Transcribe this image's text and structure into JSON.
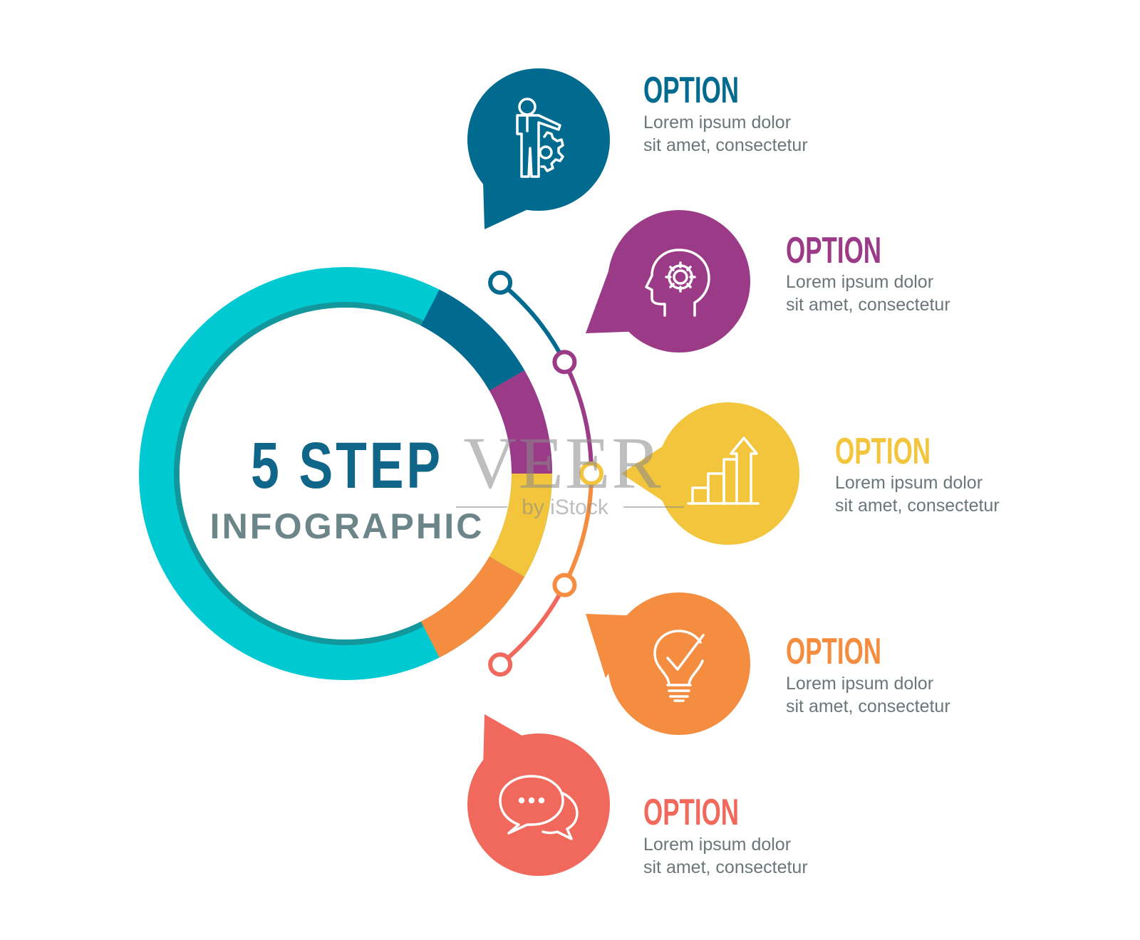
{
  "title": {
    "main": "5 STEP",
    "sub": "INFOGRAPHIC"
  },
  "colors": {
    "ring": "#00c9d1",
    "ring_dark": "#12979c",
    "title": "#0f6688",
    "subtitle": "#6b8588",
    "text": "#6b7679"
  },
  "steps": [
    {
      "title": "OPTION",
      "line1": "Lorem ipsum dolor",
      "line2": "sit amet, consectetur",
      "color": "#006b8f",
      "icon": "businessman-gear-icon"
    },
    {
      "title": "OPTION",
      "line1": "Lorem ipsum dolor",
      "line2": "sit amet, consectetur",
      "color": "#9b3a87",
      "icon": "head-gear-icon"
    },
    {
      "title": "OPTION",
      "line1": "Lorem ipsum dolor",
      "line2": "sit amet, consectetur",
      "color": "#f2c53d",
      "icon": "growth-chart-icon"
    },
    {
      "title": "OPTION",
      "line1": "Lorem ipsum dolor",
      "line2": "sit amet, consectetur",
      "color": "#f58d40",
      "icon": "lightbulb-check-icon"
    },
    {
      "title": "OPTION",
      "line1": "Lorem ipsum dolor",
      "line2": "sit amet, consectetur",
      "color": "#f0695c",
      "icon": "chat-bubbles-icon"
    }
  ],
  "watermark": {
    "main": "VEER",
    "sub": "by iStock"
  }
}
